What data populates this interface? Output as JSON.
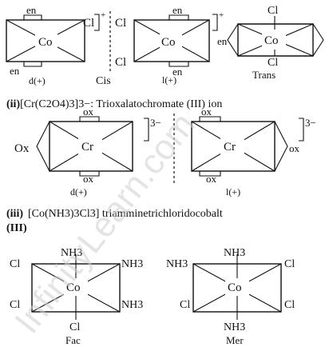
{
  "section_i": {
    "d_isomer": {
      "top": "en",
      "bottom": "en",
      "right": "Cl",
      "charge": "+",
      "center": "Co",
      "label": "d(+)"
    },
    "cis_label": "Cis",
    "l_isomer": {
      "top": "en",
      "bottom": "en",
      "left_top": "Cl",
      "left_bottom": "Cl",
      "charge": "+",
      "center": "Co",
      "label": "l(+)"
    },
    "trans": {
      "top": "Cl",
      "bottom": "Cl",
      "right": "en",
      "center": "Co",
      "label": "Trans"
    }
  },
  "section_ii": {
    "heading_prefix": "(ii)",
    "formula": "[Cr(C2O4)3]3−: Trioxalatochromate (III) ion",
    "d_isomer": {
      "top": "ox",
      "bottom": "ox",
      "left": "Ox",
      "center": "Cr",
      "charge": "3−",
      "label": "d(+)"
    },
    "l_isomer": {
      "top": "ox",
      "bottom": "ox",
      "right": "ox",
      "center": "Cr",
      "charge": "3−",
      "label": "l(+)"
    }
  },
  "section_iii": {
    "heading_prefix": "(iii)",
    "formula": "[Co(NH3)3Cl3] triamminetrichloridocobalt",
    "heading_suffix": "(III)",
    "fac": {
      "top": "NH3",
      "left_top": "Cl",
      "right_top": "NH3",
      "left_bottom": "Cl",
      "right_bottom": "NH3",
      "bottom": "Cl",
      "center": "Co",
      "label": "Fac"
    },
    "mer": {
      "top": "NH3",
      "left_top": "NH3",
      "right_top": "Cl",
      "left_bottom": "Cl",
      "right_bottom": "Cl",
      "bottom": "NH3",
      "center": "Co",
      "label": "Mer"
    }
  },
  "watermark": "InfinityLearn.com"
}
